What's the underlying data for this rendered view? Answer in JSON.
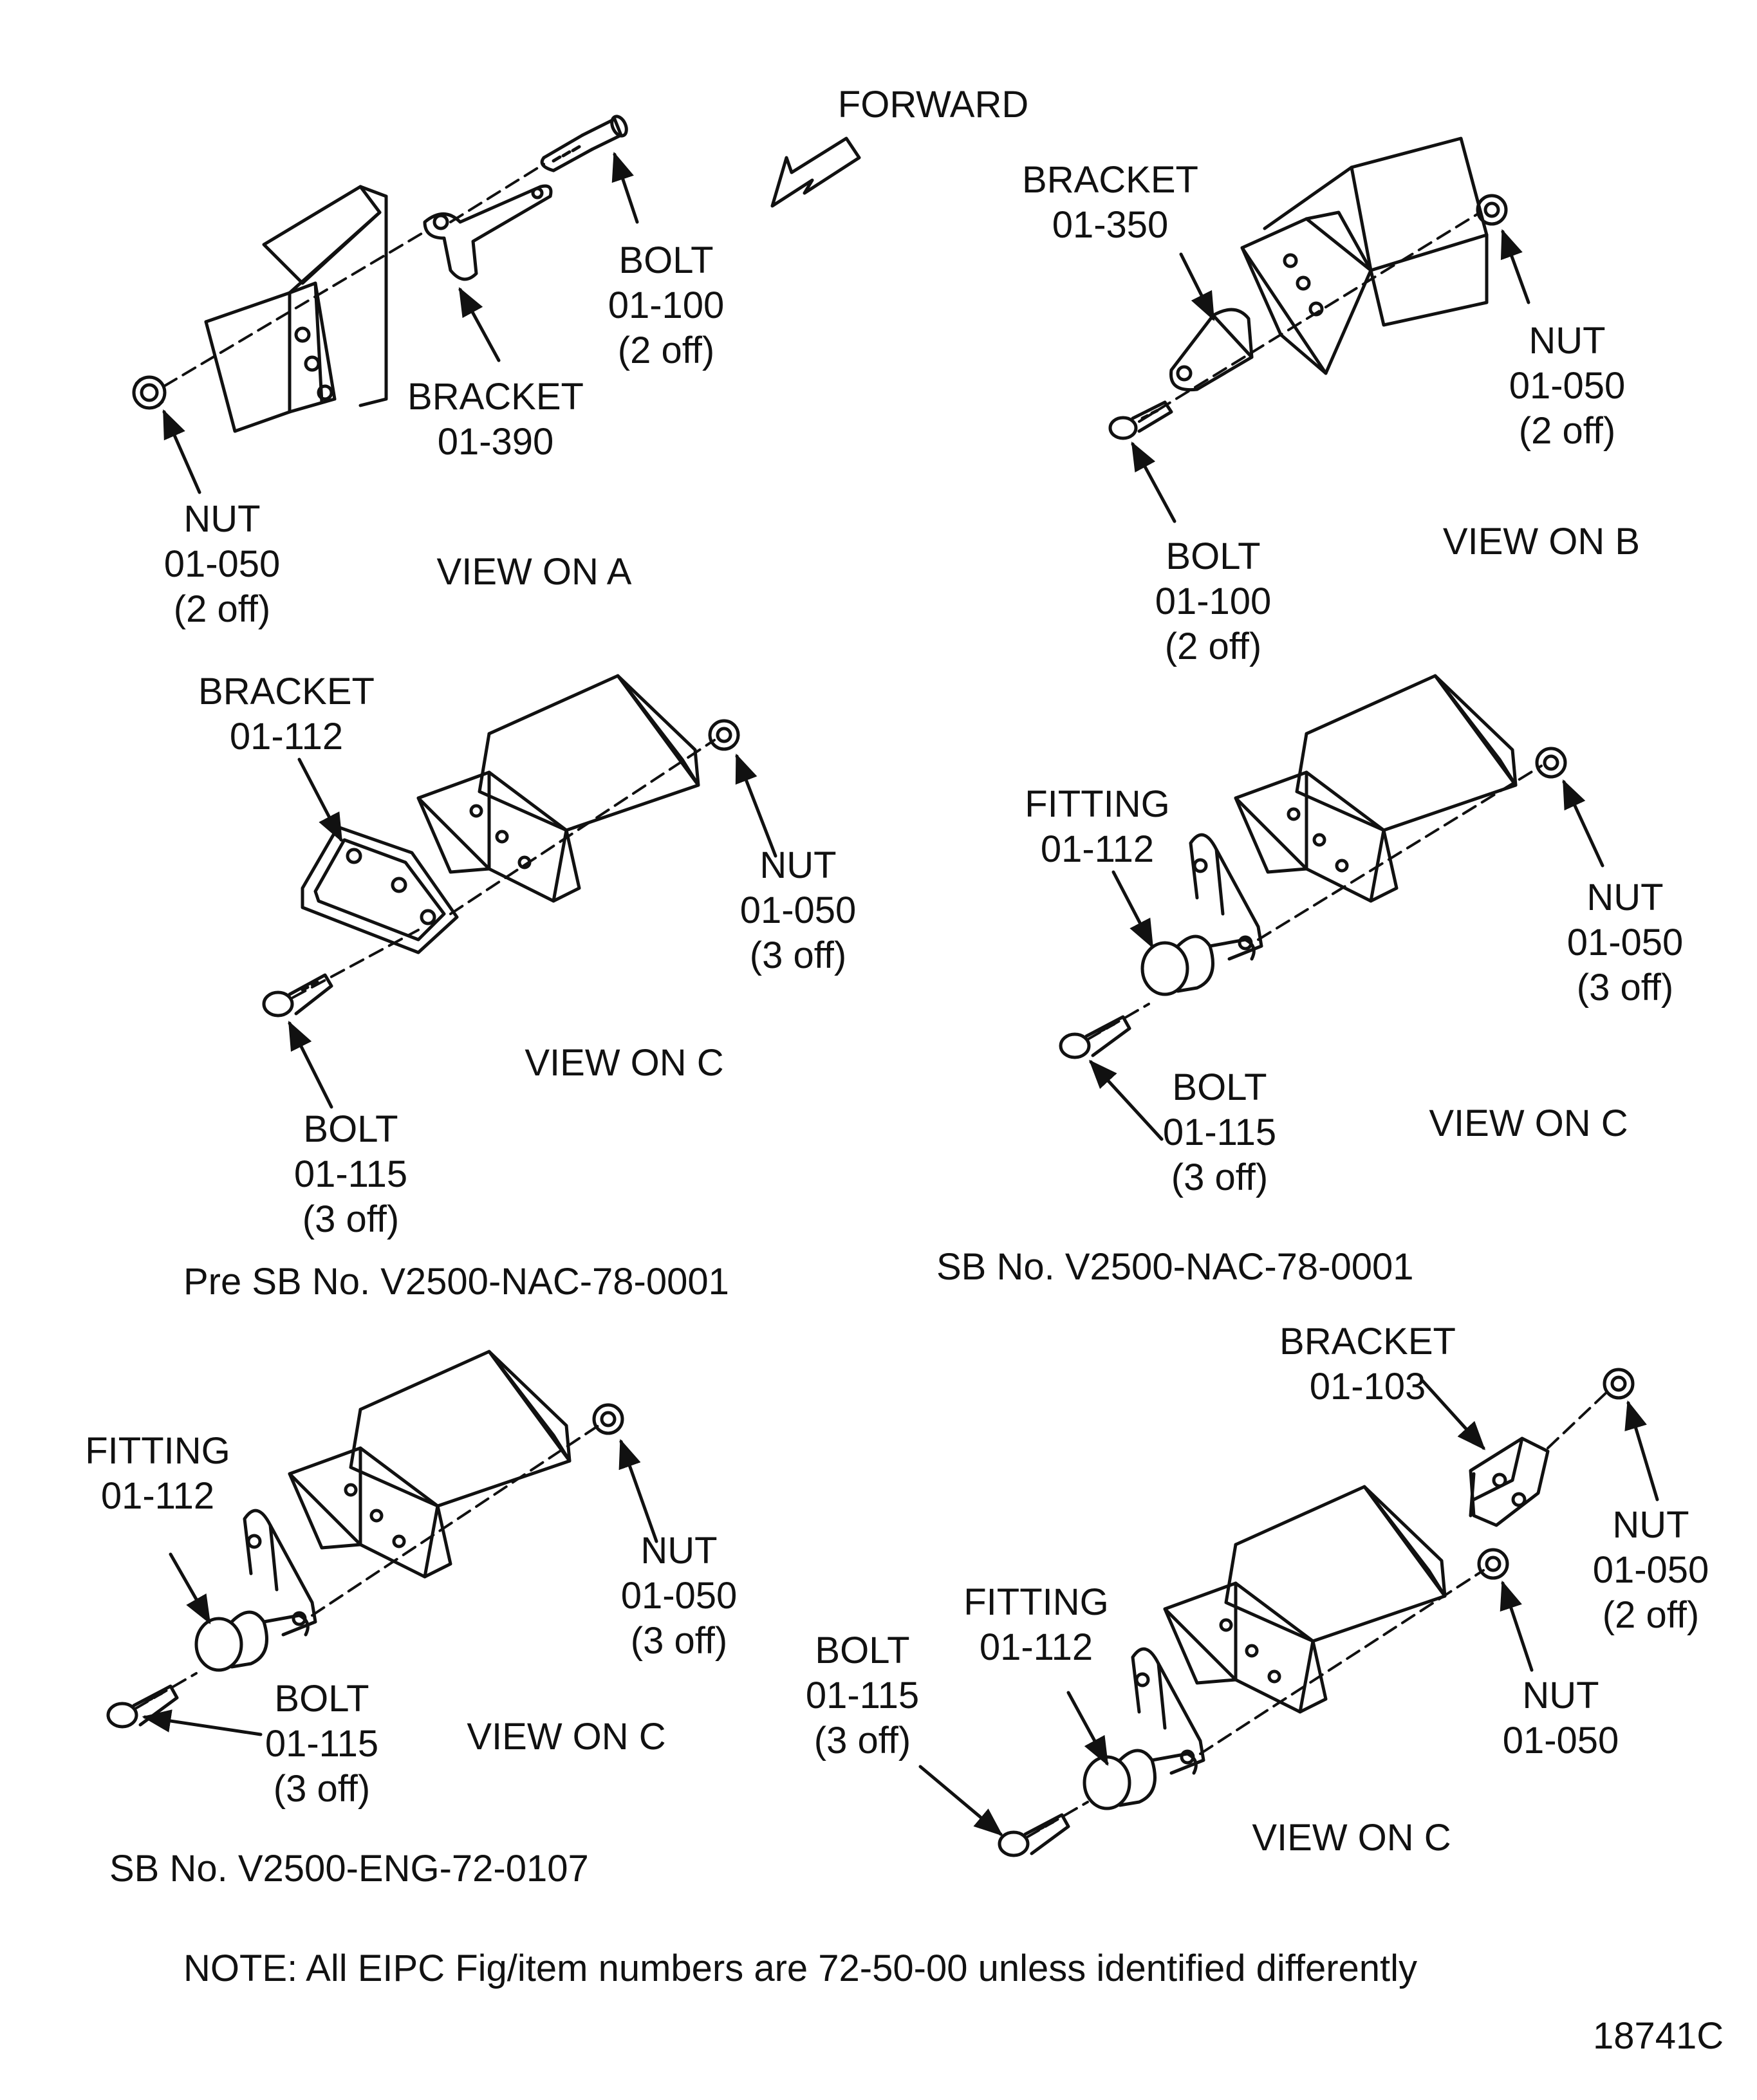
{
  "forward_label": "FORWARD",
  "panels": [
    {
      "view": "VIEW ON A",
      "callouts": [
        {
          "part": "BOLT",
          "num": "01-100",
          "qty": "(2 off)"
        },
        {
          "part": "BRACKET",
          "num": "01-390",
          "qty": ""
        },
        {
          "part": "NUT",
          "num": "01-050",
          "qty": "(2 off)"
        }
      ]
    },
    {
      "view": "VIEW ON B",
      "callouts": [
        {
          "part": "BRACKET",
          "num": "01-350",
          "qty": ""
        },
        {
          "part": "NUT",
          "num": "01-050",
          "qty": "(2 off)"
        },
        {
          "part": "BOLT",
          "num": "01-100",
          "qty": "(2 off)"
        }
      ]
    },
    {
      "view": "VIEW ON C",
      "caption": "Pre SB No. V2500-NAC-78-0001",
      "callouts": [
        {
          "part": "BRACKET",
          "num": "01-112",
          "qty": ""
        },
        {
          "part": "NUT",
          "num": "01-050",
          "qty": "(3 off)"
        },
        {
          "part": "BOLT",
          "num": "01-115",
          "qty": "(3 off)"
        }
      ]
    },
    {
      "view": "VIEW ON C",
      "caption": "SB No. V2500-NAC-78-0001",
      "callouts": [
        {
          "part": "FITTING",
          "num": "01-112",
          "qty": ""
        },
        {
          "part": "NUT",
          "num": "01-050",
          "qty": "(3 off)"
        },
        {
          "part": "BOLT",
          "num": "01-115",
          "qty": "(3 off)"
        }
      ]
    },
    {
      "view": "VIEW ON C",
      "caption": "SB No. V2500-ENG-72-0107",
      "callouts": [
        {
          "part": "FITTING",
          "num": "01-112",
          "qty": ""
        },
        {
          "part": "NUT",
          "num": "01-050",
          "qty": "(3 off)"
        },
        {
          "part": "BOLT",
          "num": "01-115",
          "qty": "(3 off)"
        }
      ]
    },
    {
      "view": "VIEW ON C",
      "callouts": [
        {
          "part": "BRACKET",
          "num": "01-103",
          "qty": ""
        },
        {
          "part": "NUT",
          "num": "01-050",
          "qty": "(2 off)"
        },
        {
          "part": "NUT",
          "num": "01-050",
          "qty": ""
        },
        {
          "part": "FITTING",
          "num": "01-112",
          "qty": ""
        },
        {
          "part": "BOLT",
          "num": "01-115",
          "qty": "(3 off)"
        }
      ]
    }
  ],
  "note": "NOTE: All EIPC Fig/item numbers are 72-50-00 unless identified differently",
  "figure_id": "18741C"
}
